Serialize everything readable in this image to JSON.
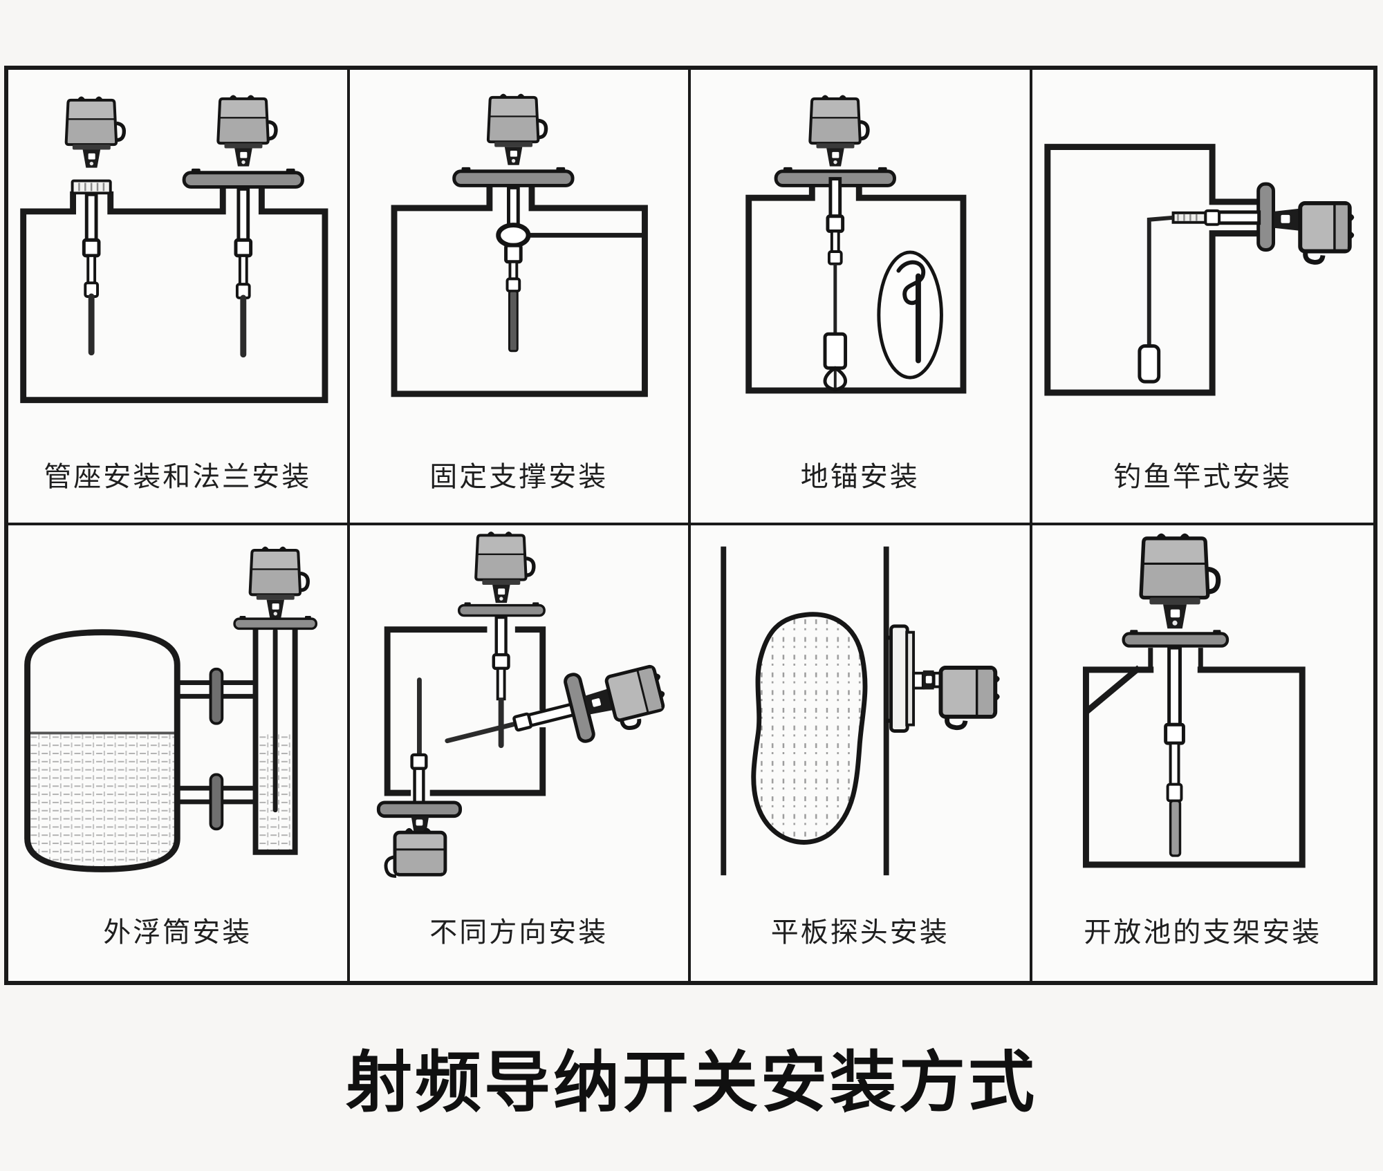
{
  "title": "射频导纳开关安装方式",
  "panels": [
    {
      "name": "pipe-seat-and-flange-installation",
      "caption": "管座安装和法兰安装"
    },
    {
      "name": "fixed-support-installation",
      "caption": "固定支撑安装"
    },
    {
      "name": "ground-anchor-installation",
      "caption": "地锚安装"
    },
    {
      "name": "fishing-rod-style-installation",
      "caption": "钓鱼竿式安装"
    },
    {
      "name": "external-float-chamber-installation",
      "caption": "外浮筒安装"
    },
    {
      "name": "different-direction-installation",
      "caption": "不同方向安装"
    },
    {
      "name": "flat-plate-probe-installation",
      "caption": "平板探头安装"
    },
    {
      "name": "open-pool-bracket-installation",
      "caption": "开放池的支架安装"
    }
  ],
  "colors": {
    "line": "#1a1a1a",
    "sensor_head": "#b8b8b8",
    "sensor_head_shade": "#aaaaaa",
    "flange": "#8d8d8d",
    "pipe_flange": "#6f6f6f",
    "probe_dark": "#5a5a5a",
    "background": "#fbfbfa",
    "liquid_hatch": "#b2b2b2",
    "material_hatch": "#9b9b9b"
  }
}
